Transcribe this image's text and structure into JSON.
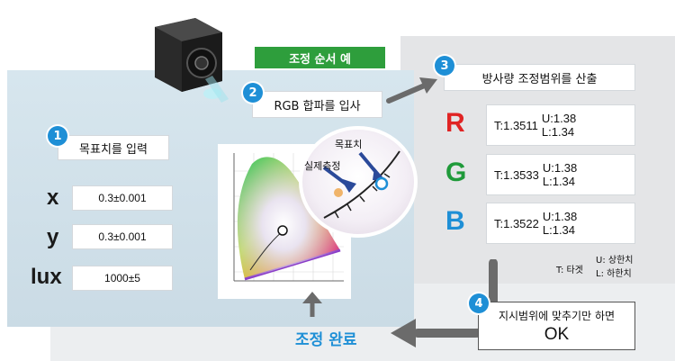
{
  "title": "조정 순서 예",
  "steps": {
    "s1": {
      "num": "1",
      "label": "목표치를 입력"
    },
    "s2": {
      "num": "2",
      "label": "RGB 합파를 입사"
    },
    "s3": {
      "num": "3",
      "label": "방사량 조정범위를 산출"
    },
    "s4": {
      "num": "4",
      "label": "지시범위에 맞추기만 하면",
      "result": "OK"
    }
  },
  "targets": [
    {
      "axis": "x",
      "value": "0.3±0.001"
    },
    {
      "axis": "y",
      "value": "0.3±0.001"
    },
    {
      "axis": "lux",
      "value": "1000±5"
    }
  ],
  "channels": [
    {
      "letter": "R",
      "color": "#e02424",
      "t": "T:1.3511",
      "u": "U:1.38",
      "l": "L:1.34"
    },
    {
      "letter": "G",
      "color": "#1f9a3a",
      "t": "T:1.3533",
      "u": "U:1.38",
      "l": "L:1.34"
    },
    {
      "letter": "B",
      "color": "#1e8fd6",
      "t": "T:1.3522",
      "u": "U:1.38",
      "l": "L:1.34"
    }
  ],
  "legend": {
    "target": "T: 타겟",
    "upper": "U: 상한치",
    "lower": "L: 하한치"
  },
  "magnifier": {
    "target_label": "목표치",
    "measured_label": "실제측정"
  },
  "completion": "조정 완료",
  "colors": {
    "accent_blue": "#1e8fd6",
    "title_green": "#2e9e3c",
    "arrow_gray": "#6b6b6b"
  }
}
